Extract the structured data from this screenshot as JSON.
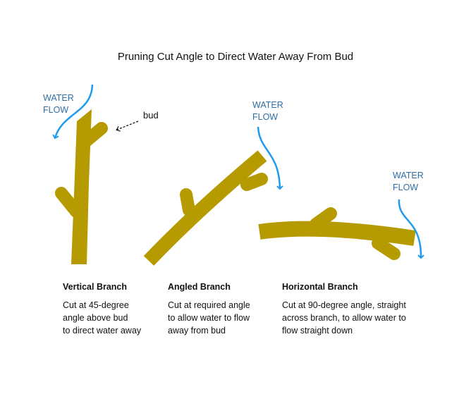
{
  "title": "Pruning Cut Angle to Direct Water Away From Bud",
  "water_flow_label": [
    "WATER",
    "FLOW"
  ],
  "bud_label": "bud",
  "colors": {
    "branch": "#b59a00",
    "water_arrow": "#1e9bef",
    "water_label": "#2e6ea6"
  },
  "panels": [
    {
      "heading": "Vertical Branch",
      "lines": [
        "Cut at 45-degree",
        "angle above bud",
        "to direct water away"
      ]
    },
    {
      "heading": "Angled Branch",
      "lines": [
        "Cut at required angle",
        "to allow water to flow",
        "away from bud"
      ]
    },
    {
      "heading": "Horizontal Branch",
      "lines": [
        "Cut at 90-degree angle, straight",
        "across branch, to allow water to",
        "flow straight down"
      ]
    }
  ]
}
